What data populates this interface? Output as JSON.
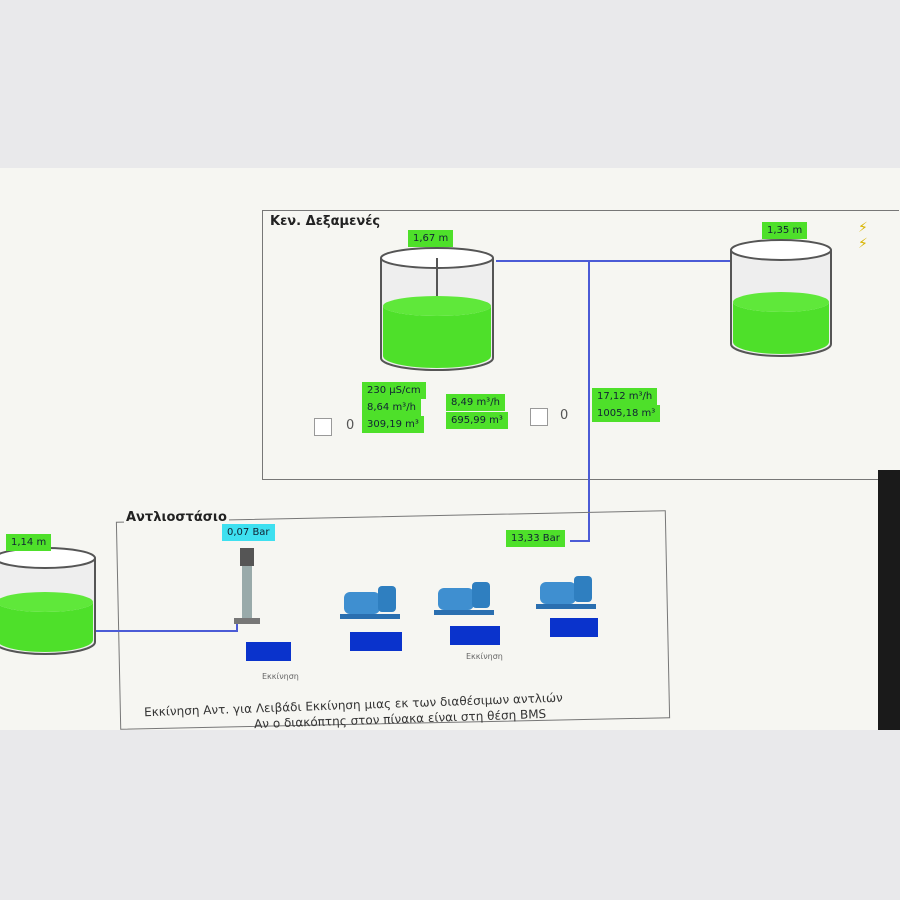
{
  "reservoirs_panel": {
    "title": "Κεν. Δεξαμενές",
    "tank1_level": "1,67 m",
    "tank2_level": "1,35 m",
    "conductivity": "230 μS/cm",
    "flow_a": "8,64 m³/h",
    "volume_a": "309,19 m³",
    "flow_b": "8,49 m³/h",
    "volume_b": "695,99 m³",
    "flow_c": "17,12 m³/h",
    "volume_c": "1005,18 m³",
    "counter_a": "0",
    "counter_b": "0"
  },
  "pump_station": {
    "title": "Αντλιοστάσιο",
    "suction_pressure": "0,07 Bar",
    "discharge_pressure": "13,33 Bar",
    "start_label_1": "Εκκίνηση",
    "start_label_2": "Εκκίνηση",
    "note_line1": "Εκκίνηση Αντ. για Λειβάδι  Εκκίνηση μιας εκ των διαθέσιμων αντλιών",
    "note_line2": "Αν ο διακόπτης στον πίνακα είναι στη θέση BMS"
  },
  "source_tank_level": "1,14 m",
  "colors": {
    "water": "#4ee02a",
    "pipe": "#4b5bd6",
    "button": "#0a33cc"
  }
}
